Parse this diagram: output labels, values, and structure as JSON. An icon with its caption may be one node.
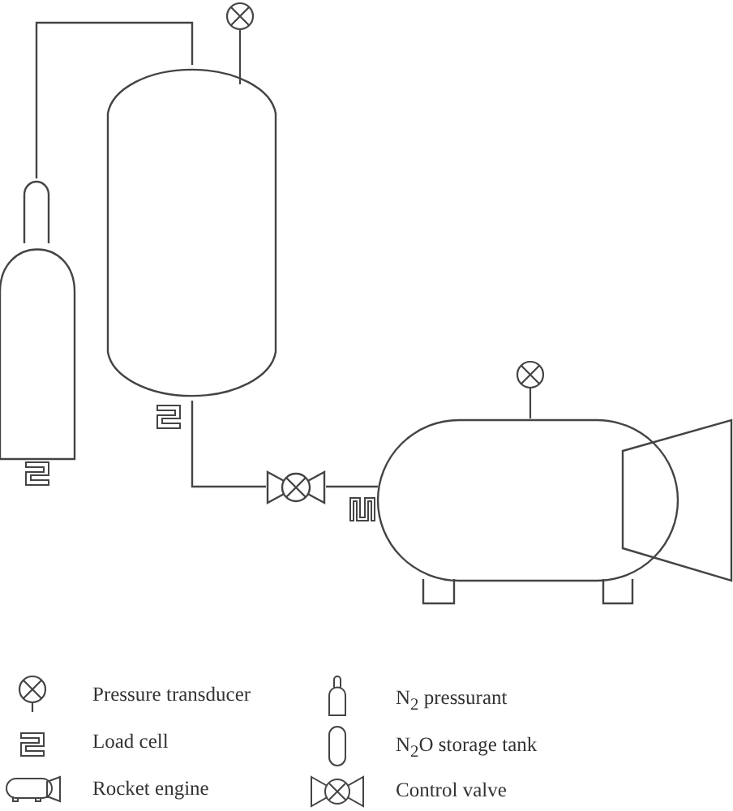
{
  "diagram": {
    "nodes": [
      {
        "text": [],
        "shape": "cylinder"
      },
      {
        "text": [],
        "shape": "cylinder"
      },
      {
        "text": [],
        "shape": "valve"
      },
      {
        "text": [],
        "shape": "engine"
      }
    ],
    "edges": [
      {
        "from": 0,
        "to": 1,
        "arrow": "none"
      },
      {
        "from": 1,
        "to": 2,
        "arrow": "none"
      },
      {
        "from": 2,
        "to": 3,
        "arrow": "none"
      }
    ],
    "legend": [
      {
        "text": "Pressure transducer"
      },
      {
        "text": "Load cell"
      },
      {
        "text": "Rocket engine"
      },
      {
        "text": "N$_{2}$ pressurant"
      },
      {
        "text": "N$_{2}$O storage tank"
      },
      {
        "text": "Control valve"
      }
    ]
  }
}
